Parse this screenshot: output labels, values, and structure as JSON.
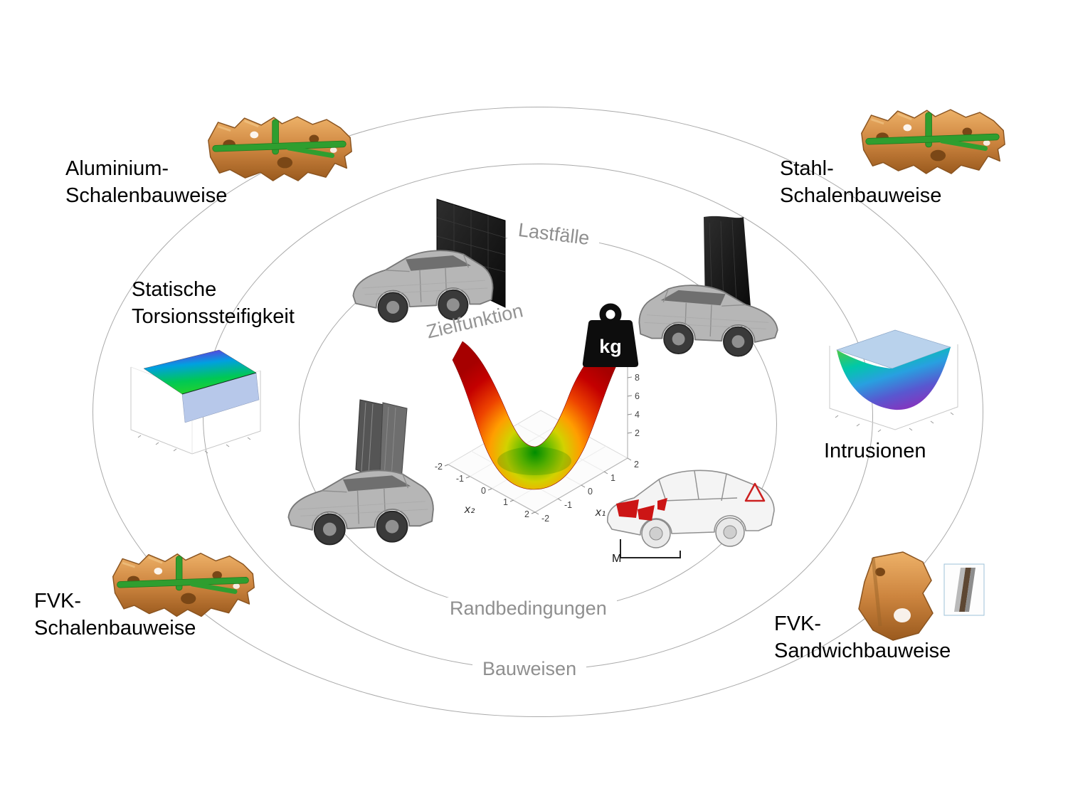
{
  "rings": [
    {
      "label": "Lastfälle"
    },
    {
      "label": "Randbedingungen"
    },
    {
      "label": "Bauweisen"
    }
  ],
  "center": {
    "objective_label": "Zielfunktion",
    "weight_label": "kg"
  },
  "annotations": {
    "mass_label": "M"
  },
  "nodes": {
    "aluminium": {
      "line1": "Aluminium-",
      "line2": "Schalenbauweise"
    },
    "stahl": {
      "line1": "Stahl-",
      "line2": "Schalenbauweise"
    },
    "torsion": {
      "line1": "Statische",
      "line2": "Torsionssteifigkeit"
    },
    "intrusionen": {
      "label": "Intrusionen"
    },
    "fvk_schalen": {
      "line1": "FVK-",
      "line2": "Schalenbauweise"
    },
    "fvk_sandwich": {
      "line1": "FVK-",
      "line2": "Sandwichbauweise"
    }
  },
  "chart_data": [
    {
      "id": "zielfunktion-surface",
      "type": "heatmap",
      "subtype": "3d-surface",
      "title": "Zielfunktion",
      "xlabel": "x₁",
      "ylabel": "x₂",
      "x_ticks": [
        "-2",
        "-1",
        "0",
        "1",
        "2"
      ],
      "y_ticks": [
        "-2",
        "-1",
        "0",
        "1",
        "2"
      ],
      "z_ticks": [
        "2",
        "4",
        "6",
        "8"
      ],
      "x_range": [
        -2,
        2
      ],
      "y_range": [
        -2,
        2
      ],
      "z_range": [
        0,
        8
      ],
      "colors": [
        "#a60000",
        "#ee4400",
        "#ff9e00",
        "#d2d200",
        "#66bc00",
        "#009400"
      ]
    },
    {
      "id": "statische-torsionssteifigkeit-surface",
      "type": "heatmap",
      "subtype": "3d-surface",
      "colors": [
        "#8a10e0",
        "#00a0e0",
        "#00c855",
        "#b7c8ea"
      ]
    },
    {
      "id": "intrusionen-surface",
      "type": "heatmap",
      "subtype": "3d-surface",
      "colors": [
        "#b9d2ec",
        "#58c838",
        "#00c8a8",
        "#28a0e0",
        "#8038c0"
      ]
    }
  ],
  "colors": {
    "ring": "#aaaaaa",
    "ring_label": "#8f8f8f",
    "text": "#000000",
    "copper": "#cd853f",
    "beam_green": "#2f9e2f",
    "barrier_black": "#141414",
    "warning_red": "#cc2020"
  }
}
